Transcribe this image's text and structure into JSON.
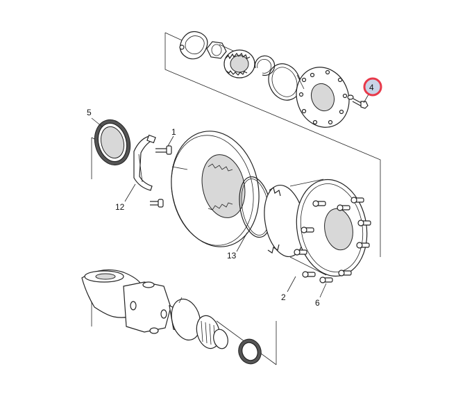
{
  "callouts": {
    "c1": "1",
    "c2": "2",
    "c4": "4",
    "c5": "5",
    "c6": "6",
    "c12": "12",
    "c13": "13"
  },
  "highlight_color": "#e8394a",
  "highlight_fill": "#c9d3e6"
}
